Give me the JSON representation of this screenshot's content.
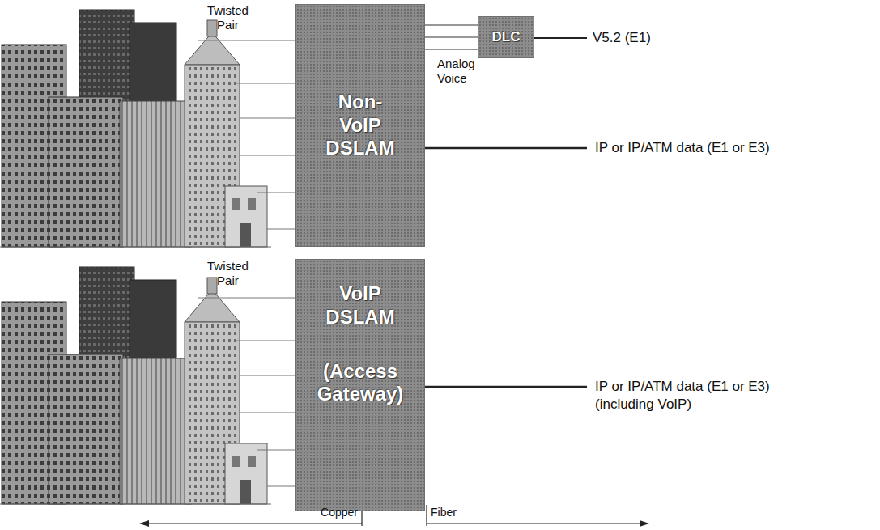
{
  "diagram": {
    "nodes": [
      {
        "text": [
          "Non-VoIP DSLAM"
        ]
      },
      {
        "text": [
          "DLC"
        ]
      },
      {
        "text": [
          "VoIP DSLAM",
          "(Access Gateway)"
        ]
      }
    ],
    "edges": [
      {
        "from": 0,
        "to": 1,
        "arrow": "none"
      },
      {
        "from": 0,
        "to": 1,
        "arrow": "none"
      },
      {
        "from": 0,
        "to": 1,
        "arrow": "none"
      }
    ],
    "labels": [
      "Twisted Pair",
      "Analog Voice",
      "V5.2 (E1)",
      "IP or IP/ATM data (E1 or E3)",
      "Twisted Pair",
      "IP or IP/ATM data (E1 or E3)",
      "(including VoIP)",
      "Copper",
      "Fiber"
    ]
  }
}
